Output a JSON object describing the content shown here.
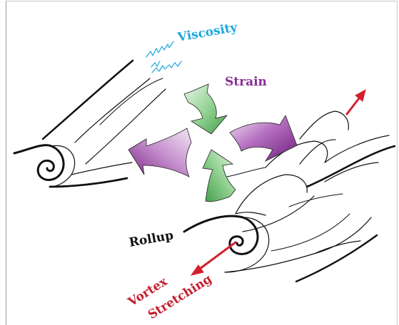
{
  "labels": {
    "viscosity": "Viscosity",
    "strain": "Strain",
    "rollup": "Rollup",
    "vortex": "Vortex",
    "stretching": "Stretching"
  },
  "colors": {
    "viscosity": "#1ea7dc",
    "strain": "#8a2f94",
    "rollup": "#111111",
    "stretching": "#c41f2f",
    "green_arrow": "#6bbd6e",
    "purple_arrow": "#8a2f94",
    "red_arrow": "#d4202e",
    "sheet_line": "#111111"
  },
  "icons": {
    "viscosity": "wavy-lines-icon",
    "stretching": "double-arrow-icon"
  }
}
